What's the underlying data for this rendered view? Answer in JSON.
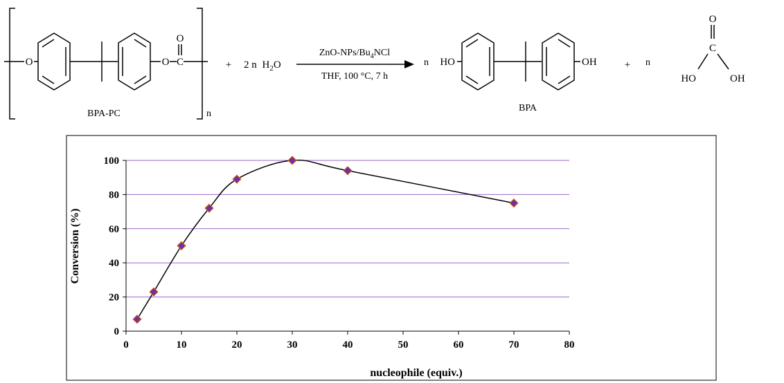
{
  "scheme": {
    "reactant_name": "BPA-PC",
    "reactant_O_left": "O",
    "reactant_O_right": "O",
    "carbonyl_O": "O",
    "carbonyl_C": "C",
    "repeat_n": "n",
    "plus1": "+",
    "water": {
      "coef": "2 n",
      "H": "H",
      "sub": "2",
      "O": "O"
    },
    "conditions_top": {
      "pre": "ZnO-NPs/Bu",
      "sub": "4",
      "post": "NCl"
    },
    "conditions_bottom": "THF, 100 °C, 7 h",
    "product1": {
      "coef": "n",
      "ho": "HO",
      "oh": "OH",
      "name": "BPA"
    },
    "plus2": "+",
    "product2": {
      "coef": "n",
      "o_top": "O",
      "c": "C",
      "ho": "HO",
      "oh": "OH"
    }
  },
  "chart_data": {
    "type": "scatter",
    "x": [
      2,
      5,
      10,
      15,
      20,
      30,
      40,
      70
    ],
    "y": [
      7,
      23,
      50,
      72,
      89,
      100,
      94,
      75
    ],
    "xlabel": "nucleophile (equiv.)",
    "ylabel": "Conversion (%)",
    "xlim": [
      0,
      80
    ],
    "ylim": [
      0,
      100
    ],
    "xticks": [
      0,
      10,
      20,
      30,
      40,
      50,
      60,
      70,
      80
    ],
    "yticks": [
      0,
      20,
      40,
      60,
      80,
      100
    ],
    "grid": "horizontal",
    "line": "smoothed",
    "colors": {
      "marker_fill": "#7030a0",
      "marker_edge": "#e46c0a",
      "grid": "#9966cc",
      "line": "#000000"
    }
  }
}
